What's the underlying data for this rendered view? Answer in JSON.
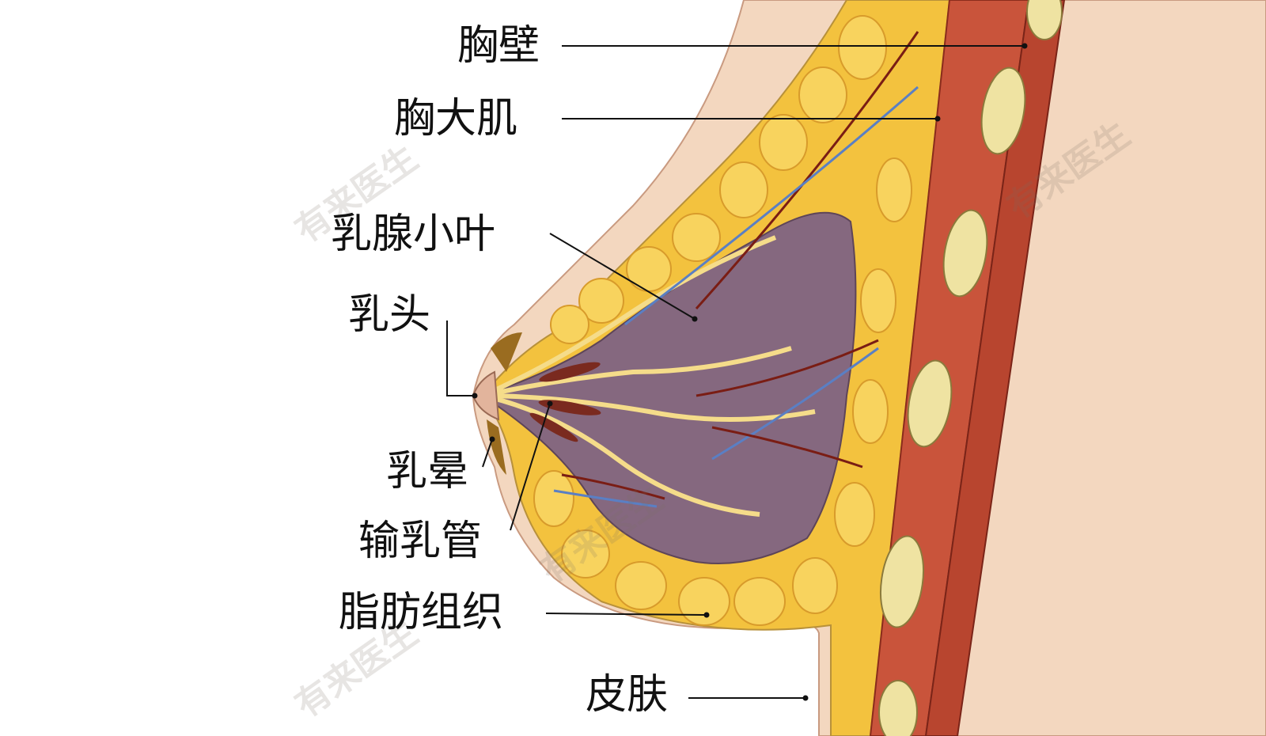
{
  "title": "乳房解剖结构",
  "labels": {
    "chest_wall": "胸壁",
    "pectoralis_major": "胸大肌",
    "lobules": "乳腺小叶",
    "nipple": "乳头",
    "areola": "乳晕",
    "ducts": "输乳管",
    "fat": "脂肪组织",
    "skin": "皮肤"
  },
  "watermark": "有来医生",
  "colors": {
    "skin": "#f3d7bf",
    "fat": "#f3c23e",
    "gland": "#85687f",
    "muscle": "#c9543b",
    "bone": "#efe3a2",
    "vein": "#5a7fc4",
    "artery": "#7a1d14"
  }
}
